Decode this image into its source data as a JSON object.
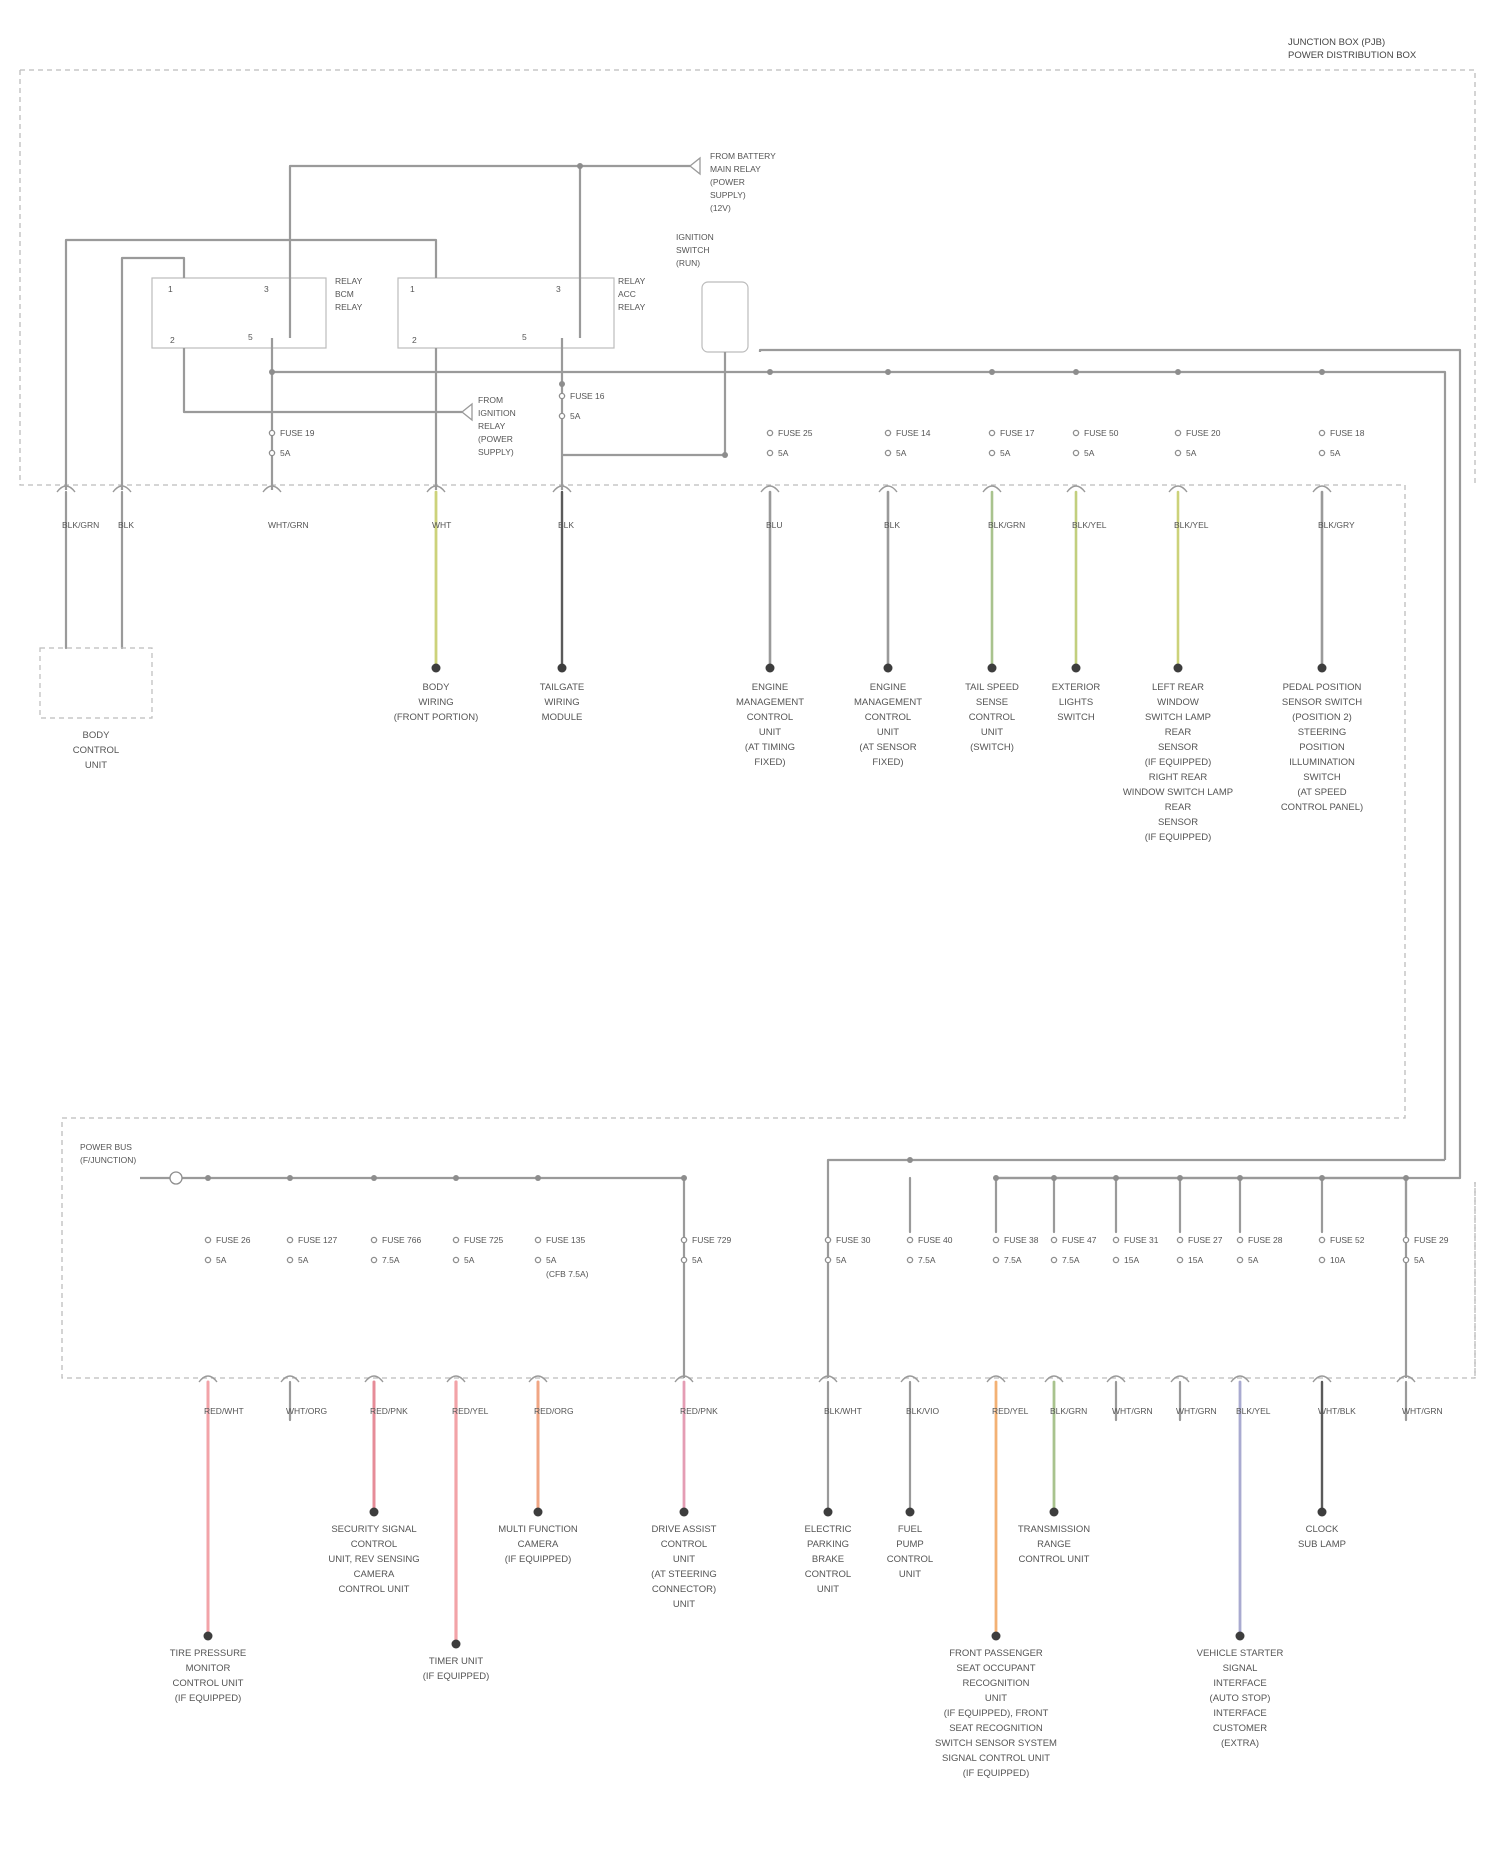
{
  "title": {
    "line1": "JUNCTION BOX (PJB)",
    "line2": "POWER DISTRIBUTION BOX"
  },
  "colors": {
    "line": "#9a9a9a",
    "box": "#bcbcbc",
    "yellow": "#ccd27a",
    "yellow_green": "#c2cf7e",
    "green": "#a9c38e",
    "pink": "#f2a3a8",
    "red": "#e68c98",
    "salmon": "#f0a684",
    "rose": "#e49db4",
    "orange": "#f3b174",
    "purple": "#a9aad0",
    "dark": "#5a5a5a"
  },
  "relays": [
    {
      "label": [
        "RELAY",
        "BCM",
        "RELAY"
      ]
    },
    {
      "label": [
        "RELAY",
        "ACC",
        "RELAY"
      ]
    }
  ],
  "notes": {
    "top": [
      "FROM BATTERY",
      "MAIN RELAY",
      "(POWER",
      "SUPPLY)",
      "(12V)"
    ],
    "mid": [
      "FROM",
      "IGNITION",
      "RELAY",
      "(POWER",
      "SUPPLY)"
    ],
    "sensor": [
      "IGNITION",
      "SWITCH",
      "(RUN)"
    ],
    "hub_low": [
      "POWER BUS",
      "(F/JUNCTION)"
    ]
  },
  "upper_fuses": [
    {
      "name": "FUSE 19",
      "amp": "5A"
    },
    {
      "name": "FUSE 16",
      "amp": "5A"
    },
    {
      "name": "FUSE 25",
      "amp": "5A"
    },
    {
      "name": "FUSE 14",
      "amp": "5A"
    },
    {
      "name": "FUSE 17",
      "amp": "5A"
    },
    {
      "name": "FUSE 50",
      "amp": "5A"
    },
    {
      "name": "FUSE 20",
      "amp": "5A"
    },
    {
      "name": "FUSE 18",
      "amp": "5A"
    }
  ],
  "upper_wires": [
    "BLK/GRN",
    "BLK",
    "WHT/GRN",
    "WHT",
    "BLK",
    "BLU",
    "BLK",
    "BLK/GRN",
    "BLK/YEL",
    "BLK/YEL",
    "BLK/GRY"
  ],
  "upper_loads": [
    {
      "lines": [
        "BODY",
        "CONTROL",
        "UNIT"
      ]
    },
    {
      "lines": [
        "BODY",
        "WIRING",
        "(FRONT PORTION)"
      ]
    },
    {
      "lines": [
        "TAILGATE",
        "WIRING",
        "MODULE"
      ]
    },
    {
      "lines": [
        "ENGINE",
        "MANAGEMENT",
        "CONTROL",
        "UNIT",
        "(AT TIMING",
        "FIXED)"
      ]
    },
    {
      "lines": [
        "ENGINE",
        "MANAGEMENT",
        "CONTROL",
        "UNIT",
        "(AT SENSOR",
        "FIXED)"
      ]
    },
    {
      "lines": [
        "TAIL SPEED",
        "SENSE",
        "CONTROL",
        "UNIT",
        "(SWITCH)"
      ]
    },
    {
      "lines": [
        "EXTERIOR",
        "LIGHTS",
        "SWITCH"
      ]
    },
    {
      "lines": [
        "LEFT REAR",
        "WINDOW",
        "SWITCH LAMP",
        "REAR",
        "SENSOR",
        "(IF EQUIPPED)",
        "RIGHT REAR",
        "WINDOW SWITCH LAMP",
        "REAR",
        "SENSOR",
        "(IF EQUIPPED)"
      ]
    },
    {
      "lines": [
        "PEDAL POSITION",
        "SENSOR SWITCH",
        "(POSITION 2)",
        "STEERING",
        "POSITION",
        "ILLUMINATION",
        "SWITCH",
        "(AT SPEED",
        "CONTROL PANEL)"
      ]
    }
  ],
  "lower_left_fuses": [
    {
      "name": "FUSE 26",
      "amp": "5A"
    },
    {
      "name": "FUSE 127",
      "amp": "5A"
    },
    {
      "name": "FUSE 766",
      "amp": "7.5A"
    },
    {
      "name": "FUSE 725",
      "amp": "5A"
    },
    {
      "name": "FUSE 135",
      "amp": "5A",
      "extra": "(CFB 7.5A)"
    },
    {
      "name": "FUSE 729",
      "amp": "5A"
    }
  ],
  "lower_right_fuses": [
    {
      "name": "FUSE 30",
      "amp": "5A"
    },
    {
      "name": "FUSE 40",
      "amp": "7.5A"
    },
    {
      "name": "FUSE 38",
      "amp": "7.5A"
    },
    {
      "name": "FUSE 47",
      "amp": "7.5A"
    },
    {
      "name": "FUSE 31",
      "amp": "15A"
    },
    {
      "name": "FUSE 27",
      "amp": "15A"
    },
    {
      "name": "FUSE 28",
      "amp": "5A"
    },
    {
      "name": "FUSE 52",
      "amp": "10A"
    },
    {
      "name": "FUSE 29",
      "amp": "5A"
    }
  ],
  "lower_wires": [
    "RED/WHT",
    "WHT/ORG",
    "RED/PNK",
    "RED/YEL",
    "RED/ORG",
    "RED/PNK",
    "BLK/WHT",
    "BLK/VIO",
    "RED/YEL",
    "BLK/GRN",
    "WHT/GRN",
    "WHT/GRN",
    "BLK/YEL",
    "WHT/BLK",
    "WHT/GRN"
  ],
  "lower_loads": [
    {
      "lines": [
        "TIRE PRESSURE",
        "MONITOR",
        "CONTROL UNIT",
        "(IF EQUIPPED)"
      ]
    },
    {
      "lines": [
        "SECURITY SIGNAL",
        "CONTROL",
        "UNIT, REV SENSING",
        "CAMERA",
        "CONTROL UNIT"
      ]
    },
    {
      "lines": [
        "TIMER UNIT",
        "(IF EQUIPPED)"
      ]
    },
    {
      "lines": [
        "MULTI FUNCTION",
        "CAMERA",
        "(IF EQUIPPED)"
      ]
    },
    {
      "lines": [
        "DRIVE ASSIST",
        "CONTROL",
        "UNIT",
        "(AT STEERING",
        "CONNECTOR)",
        "UNIT"
      ]
    },
    {
      "lines": [
        "ELECTRIC",
        "PARKING",
        "BRAKE",
        "CONTROL",
        "UNIT"
      ]
    },
    {
      "lines": [
        "FUEL",
        "PUMP",
        "CONTROL",
        "UNIT"
      ]
    },
    {
      "lines": [
        "FRONT PASSENGER",
        "SEAT OCCUPANT",
        "RECOGNITION",
        "UNIT",
        "(IF EQUIPPED), FRONT",
        "SEAT RECOGNITION",
        "SWITCH SENSOR SYSTEM",
        "SIGNAL CONTROL UNIT",
        "(IF EQUIPPED)"
      ]
    },
    {
      "lines": [
        "TRANSMISSION",
        "RANGE",
        "CONTROL UNIT"
      ]
    },
    {
      "lines": [
        "VEHICLE STARTER",
        "SIGNAL",
        "INTERFACE",
        "(AUTO STOP)",
        "INTERFACE",
        "CUSTOMER",
        "(EXTRA)"
      ]
    },
    {
      "lines": [
        "CLOCK",
        "SUB LAMP"
      ]
    }
  ]
}
